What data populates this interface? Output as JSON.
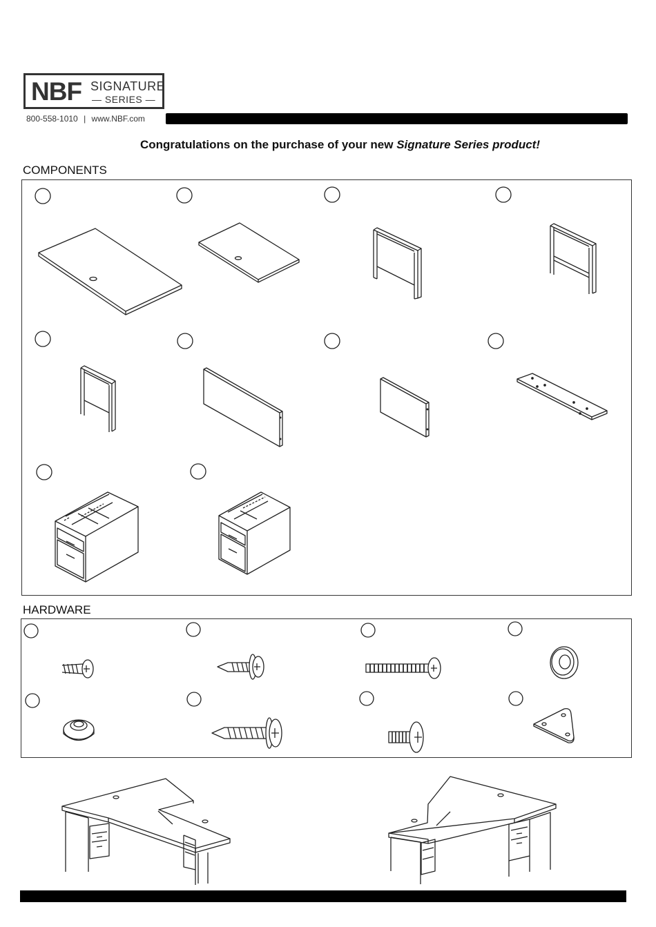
{
  "brand": {
    "logo_mark": "NBF",
    "logo_title": "SIGNATURE",
    "logo_subtitle": "— SERIES —",
    "phone": "800-558-1010",
    "separator": "|",
    "website": "www.NBF.com"
  },
  "headline": {
    "lead": "Congratulations on the purchase of your new ",
    "emphasis": "Signature Series product!"
  },
  "sections": {
    "components": {
      "label": "COMPONENTS"
    },
    "hardware": {
      "label": "HARDWARE"
    }
  },
  "components": {
    "items": [
      {
        "icon": "large-desktop-panel-icon"
      },
      {
        "icon": "small-desktop-panel-icon"
      },
      {
        "icon": "wide-end-frame-icon"
      },
      {
        "icon": "tall-end-frame-icon"
      },
      {
        "icon": "narrow-end-frame-icon"
      },
      {
        "icon": "long-modesty-panel-icon"
      },
      {
        "icon": "short-modesty-panel-icon"
      },
      {
        "icon": "mounting-plate-icon"
      },
      {
        "icon": "pedestal-icon"
      },
      {
        "icon": "pedestal-icon"
      }
    ]
  },
  "hardware": {
    "items": [
      {
        "icon": "short-pan-head-screw-icon"
      },
      {
        "icon": "washer-head-screw-icon"
      },
      {
        "icon": "long-machine-bolt-icon"
      },
      {
        "icon": "round-washer-icon"
      },
      {
        "icon": "leveler-glide-icon"
      },
      {
        "icon": "wood-screw-icon"
      },
      {
        "icon": "truss-head-bolt-icon"
      },
      {
        "icon": "triangular-bracket-icon"
      }
    ]
  },
  "illustrations": [
    {
      "icon": "l-desk-right-return-icon"
    },
    {
      "icon": "l-desk-left-return-icon"
    }
  ]
}
